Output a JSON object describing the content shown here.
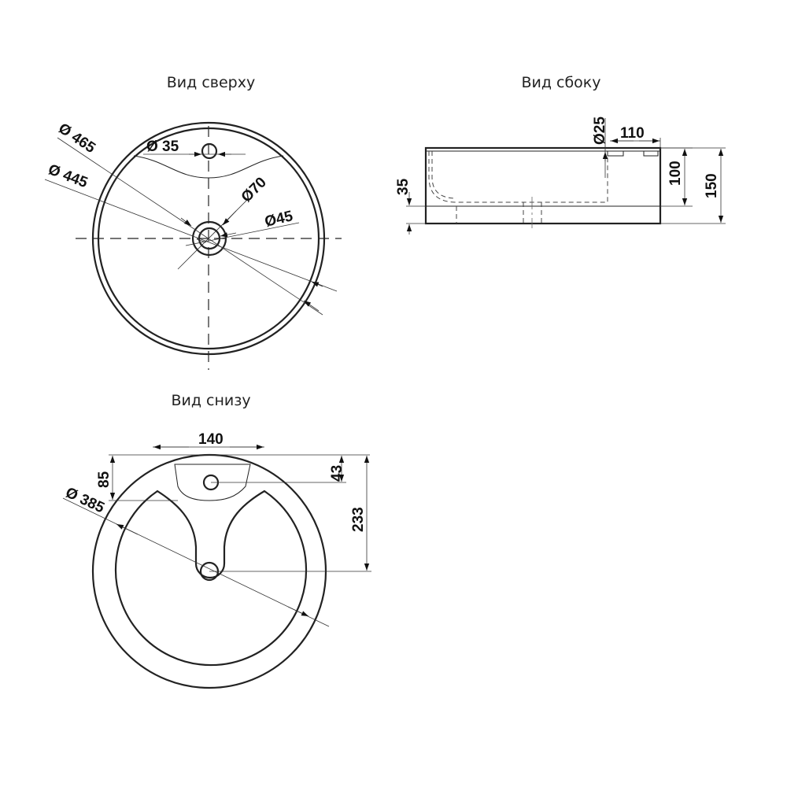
{
  "views": {
    "top": {
      "title": "Вид сверху"
    },
    "side": {
      "title": "Вид сбоку"
    },
    "bottom": {
      "title": "Вид снизу"
    }
  },
  "dimensions": {
    "top": {
      "outer_diameter": "Ø 465",
      "inner_diameter": "Ø 445",
      "tap_hole": "Ø 35",
      "drain_outer": "Ø70",
      "drain_inner": "Ø45"
    },
    "side": {
      "overflow_hole": "Ø25",
      "overflow_offset": "110",
      "bowl_depth": "100",
      "total_height": "150",
      "base_height": "35"
    },
    "bottom": {
      "slot_width": "140",
      "offset_85": "85",
      "offset_43": "43",
      "offset_233": "233",
      "base_diameter": "Ø 385"
    }
  }
}
